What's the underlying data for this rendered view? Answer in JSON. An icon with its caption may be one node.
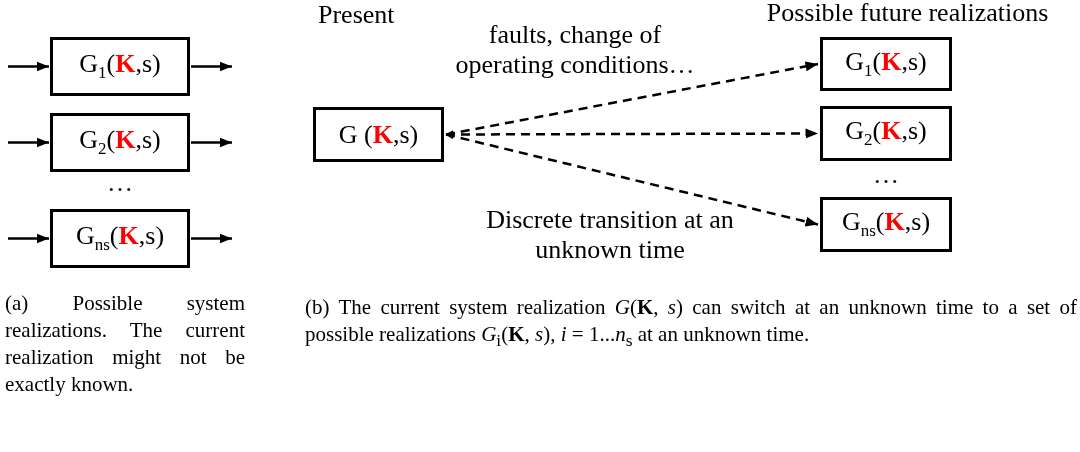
{
  "diagram": {
    "nodes": [
      {
        "text": [
          "G$_{1}$(**K**,s)"
        ]
      },
      {
        "text": [
          "G$_{2}$(**K**,s)"
        ]
      },
      {
        "text": [
          "G$_{ns}$(**K**,s)"
        ]
      },
      {
        "text": [
          "G (**K**,s)"
        ],
        "beside": [
          "Present"
        ]
      },
      {
        "text": [
          "G$_{1}$(**K**,s)"
        ]
      },
      {
        "text": [
          "G$_{2}$(**K**,s)"
        ]
      },
      {
        "text": [
          "G$_{ns}$(**K**,s)"
        ]
      }
    ],
    "edges": [
      {
        "from": null,
        "to": 0,
        "arrow": "to"
      },
      {
        "from": 0,
        "to": null,
        "arrow": "to"
      },
      {
        "from": null,
        "to": 1,
        "arrow": "to"
      },
      {
        "from": 1,
        "to": null,
        "arrow": "to"
      },
      {
        "from": null,
        "to": 2,
        "arrow": "to"
      },
      {
        "from": 2,
        "to": null,
        "arrow": "to"
      },
      {
        "from": 3,
        "to": 4,
        "arrow": "both",
        "style": "dashed"
      },
      {
        "from": 3,
        "to": 5,
        "arrow": "both",
        "style": "dashed"
      },
      {
        "from": 3,
        "to": 6,
        "arrow": "both",
        "style": "dashed"
      }
    ],
    "labels": [
      "Possible future realizations",
      "faults, change of operating conditions…",
      "…",
      "…",
      "Discrete transition at an unknown time",
      "(a) Possible system realizations. The current realization might not be exactly known.",
      "(b) The current system realization *G*(**K**, *s*) can switch at an unknown time to a set of possible realizations *G*$_{i}$(**K**, *s*), *i* = 1...*n*$_{s}$ at an unknown time."
    ]
  }
}
